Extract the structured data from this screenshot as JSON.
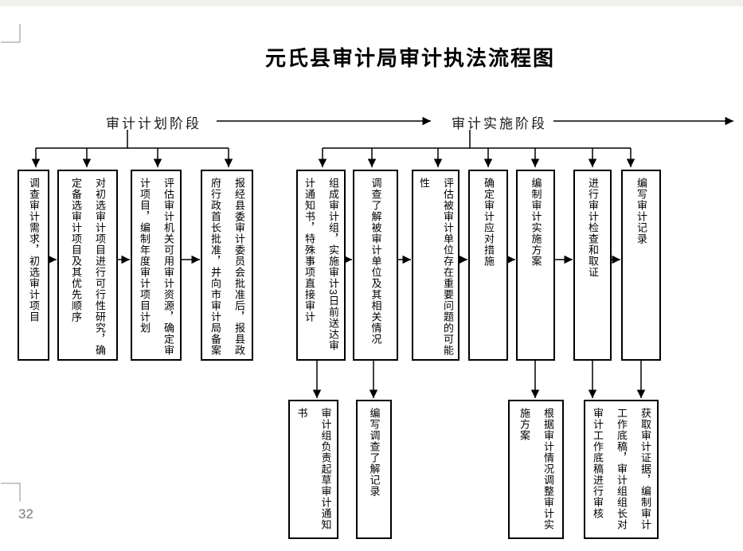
{
  "page": {
    "title": "元氏县审计局审计执法流程图",
    "page_number": "32"
  },
  "phases": {
    "plan": "审计计划阶段",
    "implement": "审计实施阶段"
  },
  "boxes": {
    "plan": [
      "调查审计需求，初选审计项目",
      "对初选审计项目进行可行性研究，确定备选审计项目及其优先顺序",
      "评估审计机关可用审计资源，确定审计项目，编制年度审计项目计划",
      "报经县委审计委员会批准后，报县政府行政首长批准，并向市审计局备案"
    ],
    "implement": [
      "组成审计组，实施审计3日前送达审计通知书，特殊事项直接审计",
      "调查了解被审计单位及其相关情况",
      "评估被审计单位存在重要问题的可能性",
      "确定审计应对措施",
      "编制审计实施方案",
      "进行审计检查和取证",
      "编写审计记录"
    ],
    "implement_sub": [
      "审计组负责起草审计通知书",
      "编写调查了解记录",
      "根据审计情况调整审计实施方案",
      "获取审计证据，编制审计工作底稿，审计组组长对审计工作底稿进行审核"
    ]
  },
  "colors": {
    "ink": "#000000",
    "margin_mark": "#a6a6a6",
    "page_number": "#7a7a7a"
  }
}
